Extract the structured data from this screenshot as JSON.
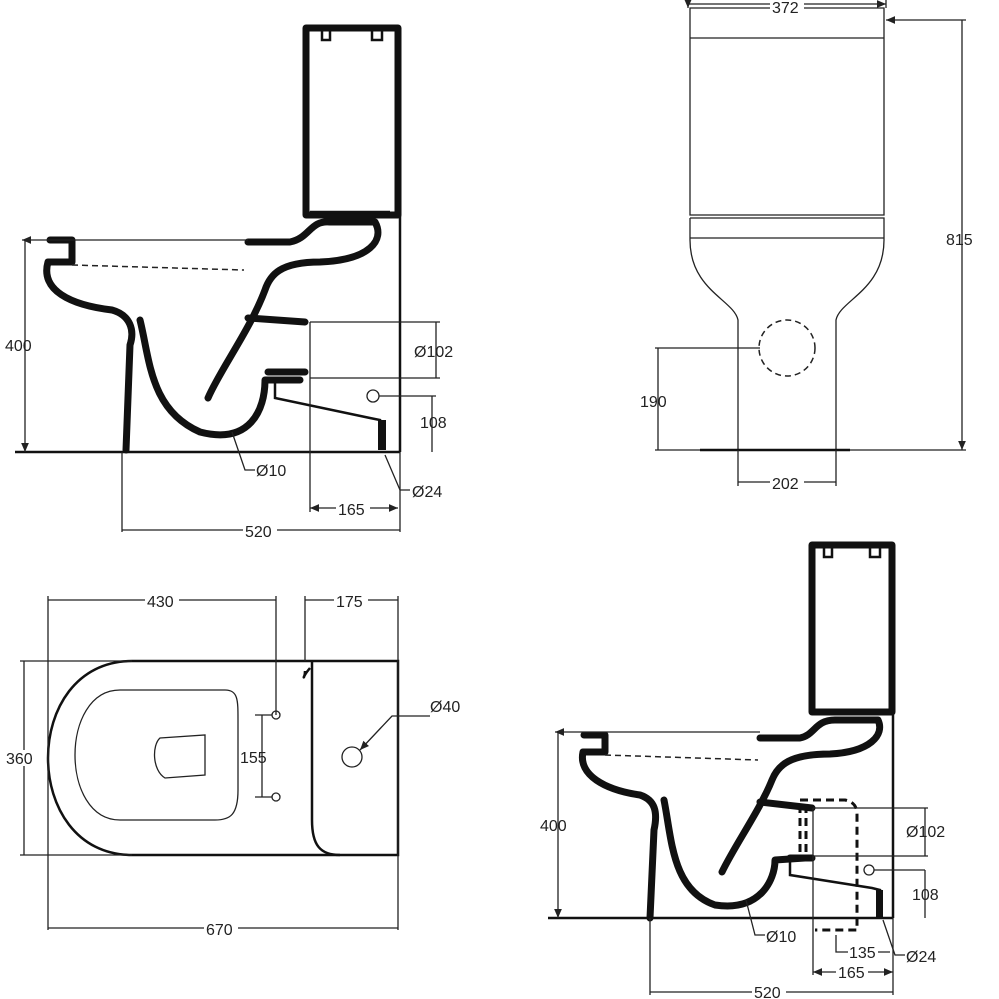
{
  "side_view": {
    "height_400": "400",
    "dia_102": "Ø102",
    "h_108": "108",
    "dia_10": "Ø10",
    "dia_24": "Ø24",
    "w_165": "165",
    "w_520": "520"
  },
  "front_view": {
    "width_372": "372",
    "height_815": "815",
    "h_190": "190",
    "w_202": "202"
  },
  "plan_view": {
    "w_430": "430",
    "w_175": "175",
    "h_360": "360",
    "h_155": "155",
    "dia_40": "Ø40",
    "w_670": "670"
  },
  "side_view_alt": {
    "height_400": "400",
    "dia_102": "Ø102",
    "h_108": "108",
    "dia_10": "Ø10",
    "w_135": "135",
    "dia_24": "Ø24",
    "w_165": "165",
    "w_520": "520"
  }
}
